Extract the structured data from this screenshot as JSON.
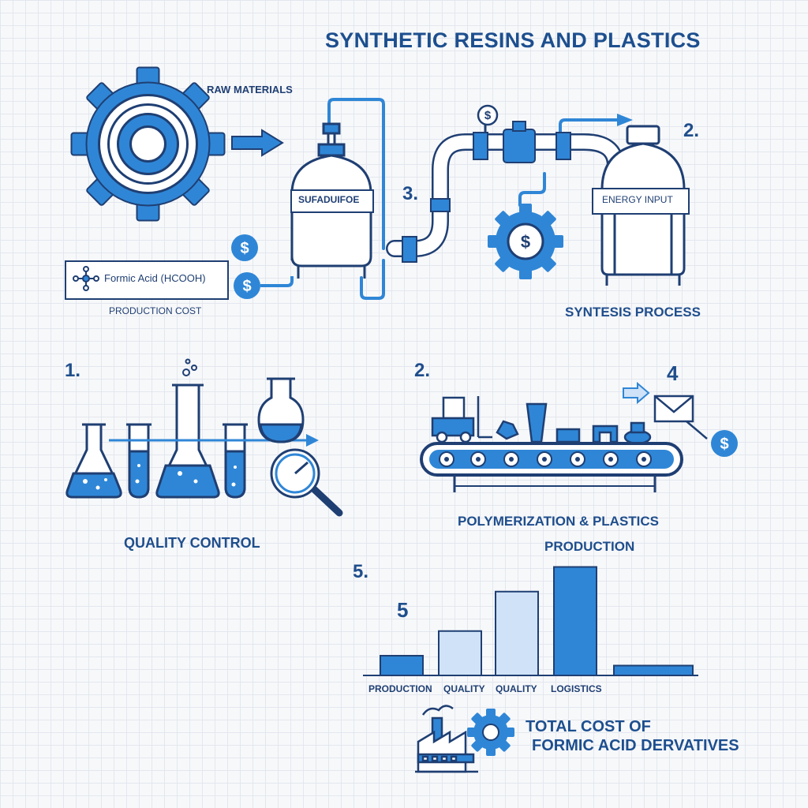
{
  "title": "SYNTHETIC RESINS AND PLASTICS",
  "top_section": {
    "raw_materials": "RAW MATERIALS",
    "formic_acid": "Formic Acid (HCOOH)",
    "production_cost": "PRODUCTION COST",
    "reactor_label": "SUFADUIFOE",
    "step_3": "3.",
    "step_2": "2.",
    "energy_input": "ENERGY INPUT",
    "synthesis_process": "SYNTESIS PROCESS",
    "dollar": "$"
  },
  "quality_section": {
    "step": "1.",
    "label": "QUALITY CONTROL"
  },
  "production_section": {
    "step": "2.",
    "step_4": "4",
    "label_line1": "POLYMERIZATION & PLASTICS",
    "label_line2": "PRODUCTION",
    "dollar": "$"
  },
  "cost_section": {
    "step": "5.",
    "marker": "5",
    "total_line1": "TOTAL COST OF",
    "total_line2": "FORMIC ACID DERVATIVES"
  },
  "chart_data": {
    "type": "bar",
    "categories": [
      "PRODUCTION",
      "QUALITY",
      "QUALITY",
      "LOGISTICS",
      ""
    ],
    "values": [
      2,
      4.5,
      8.5,
      11,
      1
    ],
    "ylim": [
      0,
      12
    ],
    "colors": [
      "#2f86d6",
      "#cfe2f7",
      "#cfe2f7",
      "#2f86d6",
      "#2f86d6"
    ]
  },
  "colors": {
    "primary_blue": "#2f86d6",
    "dark_navy": "#1f3f73",
    "light_blue": "#cfe2f7",
    "grid": "#e3e7ee"
  }
}
